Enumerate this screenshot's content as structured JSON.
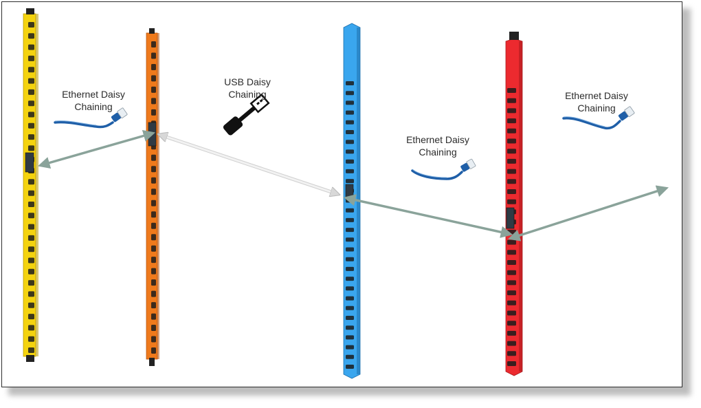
{
  "labels": {
    "ethernet_left": [
      "Ethernet Daisy",
      "Chaining"
    ],
    "usb": [
      "USB Daisy",
      "Chaining"
    ],
    "ethernet_middle": [
      "Ethernet Daisy",
      "Chaining"
    ],
    "ethernet_right": [
      "Ethernet Daisy",
      "Chaining"
    ]
  },
  "pdus": [
    {
      "name": "yellow",
      "color": "#f4d30f",
      "dark": "#b89a05"
    },
    {
      "name": "orange",
      "color": "#ef7a1c",
      "dark": "#b65410"
    },
    {
      "name": "blue",
      "color": "#3aa6ee",
      "dark": "#1f70ad"
    },
    {
      "name": "red",
      "color": "#ec2a2f",
      "dark": "#a81a1e"
    }
  ],
  "colors": {
    "ethernet_link": "#8aa39a",
    "usb_link": "#e6e6e6",
    "cable": "#1f5fa8",
    "usb_plug": "#111111"
  },
  "icons": [
    "ethernet-cable-icon",
    "usb-plug-icon"
  ]
}
